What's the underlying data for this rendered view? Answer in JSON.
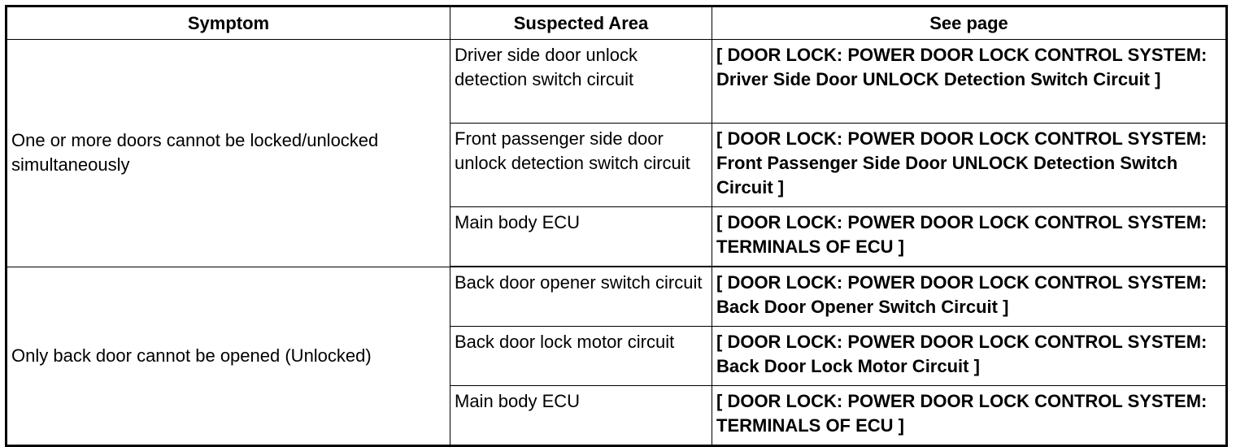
{
  "table": {
    "headers": {
      "symptom": "Symptom",
      "area": "Suspected Area",
      "page": "See page"
    },
    "groups": [
      {
        "symptom": "One or more doors cannot be locked/unlocked simultaneously",
        "rows": [
          {
            "area": "Driver side door unlock detection switch circuit",
            "page": "[ DOOR LOCK: POWER DOOR LOCK CONTROL SYSTEM: Driver Side Door UNLOCK Detection Switch Circuit ]"
          },
          {
            "area": "Front passenger side door unlock detection switch circuit",
            "page": "[ DOOR LOCK: POWER DOOR LOCK CONTROL SYSTEM: Front Passenger Side Door UNLOCK Detection Switch Circuit ]"
          },
          {
            "area": "Main body ECU",
            "page": "[ DOOR LOCK: POWER DOOR LOCK CONTROL SYSTEM: TERMINALS OF ECU ]"
          }
        ]
      },
      {
        "symptom": "Only back door cannot be opened (Unlocked)",
        "rows": [
          {
            "area": "Back door opener switch circuit",
            "page": "[ DOOR LOCK: POWER DOOR LOCK CONTROL SYSTEM: Back Door Opener Switch Circuit ]"
          },
          {
            "area": "Back door lock motor circuit",
            "page": "[ DOOR LOCK: POWER DOOR LOCK CONTROL SYSTEM: Back Door Lock Motor Circuit ]"
          },
          {
            "area": "Main body ECU",
            "page": "[ DOOR LOCK: POWER DOOR LOCK CONTROL SYSTEM: TERMINALS OF ECU ]"
          }
        ]
      }
    ]
  }
}
